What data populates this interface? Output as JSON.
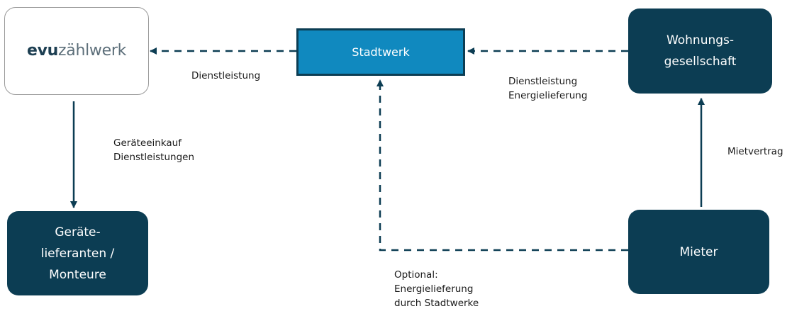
{
  "colors": {
    "dark_box": "#0c3d53",
    "highlight_box": "#1089bf",
    "arrow": "#0c3d53",
    "logo_text": "#1d3f52"
  },
  "nodes": {
    "evu_logo": {
      "bold_part": "evu",
      "light_part": "zählwerk"
    },
    "stadtwerk": {
      "label": "Stadtwerk"
    },
    "wohnungsgesellschaft": {
      "lines": [
        "Wohnungs-",
        "gesellschaft"
      ]
    },
    "geraetelieferanten": {
      "lines": [
        "Geräte-",
        "lieferanten /",
        "Monteure"
      ]
    },
    "mieter": {
      "label": "Mieter"
    }
  },
  "edge_labels": {
    "dienstleistung_left": [
      "Dienstleistung"
    ],
    "dienstleistung_right": [
      "Dienstleistung",
      "Energielieferung"
    ],
    "geraeteeinkauf": [
      "Geräteeinkauf",
      "Dienstleistungen"
    ],
    "mietvertrag": [
      "Mietvertrag"
    ],
    "optional": [
      "Optional:",
      "Energielieferung",
      "durch Stadtwerke"
    ]
  },
  "edges": [
    {
      "from": "stadtwerk",
      "to": "evu_logo",
      "style": "dashed"
    },
    {
      "from": "wohnungsgesellschaft",
      "to": "stadtwerk",
      "style": "dashed"
    },
    {
      "from": "evu_logo",
      "to": "geraetelieferanten",
      "style": "solid"
    },
    {
      "from": "mieter",
      "to": "wohnungsgesellschaft",
      "style": "solid"
    },
    {
      "from": "mieter",
      "to": "stadtwerk",
      "style": "dashed"
    }
  ]
}
